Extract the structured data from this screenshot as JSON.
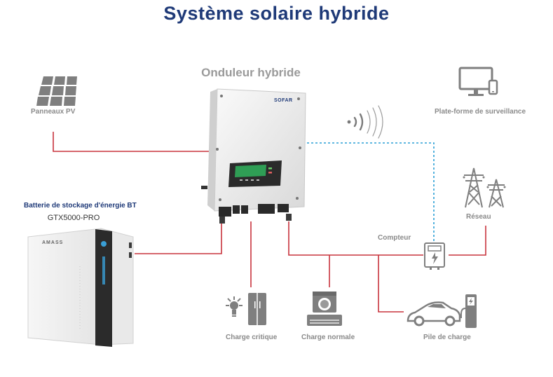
{
  "title": "Système solaire hybride",
  "inverter": {
    "label": "Onduleur hybride",
    "brand": "SOFAR"
  },
  "pv": {
    "label": "Panneaux PV"
  },
  "monitoring": {
    "label": "Plate-forme de surveillance"
  },
  "grid": {
    "label": "Réseau"
  },
  "meter": {
    "label": "Compteur"
  },
  "battery": {
    "title": "Batterie de stockage d'énergie BT",
    "model": "GTX5000-PRO",
    "brand": "AMASS"
  },
  "loads": {
    "critical": "Charge critique",
    "normal": "Charge normale",
    "ev": "Pile de charge"
  },
  "colors": {
    "title": "#1f3a78",
    "power_line": "#c8333d",
    "comm_line": "#2a9fd6",
    "icon_gray": "#8a8a8a"
  }
}
